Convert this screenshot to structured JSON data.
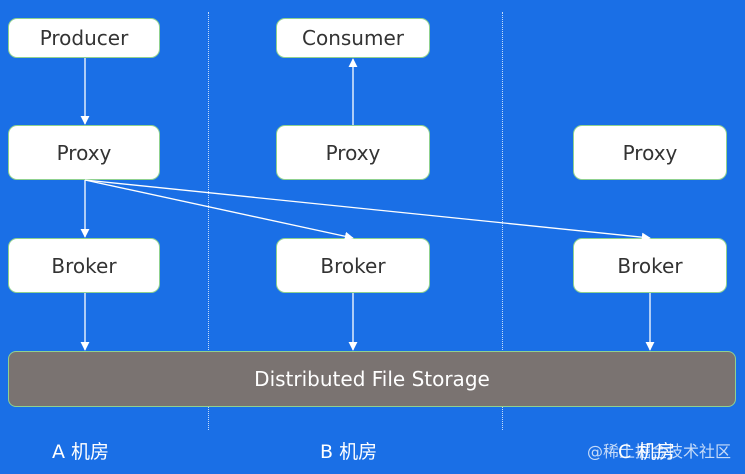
{
  "columns": [
    {
      "producer": "Producer",
      "proxy": "Proxy",
      "broker": "Broker",
      "room": "A 机房"
    },
    {
      "consumer": "Consumer",
      "proxy": "Proxy",
      "broker": "Broker",
      "room": "B 机房"
    },
    {
      "proxy": "Proxy",
      "broker": "Broker",
      "room": "C 机房"
    }
  ],
  "storage": {
    "label": "Distributed File Storage"
  },
  "watermark": "@稀土掘金技术社区",
  "colors": {
    "background": "#1a6fe6",
    "box": "#ffffff",
    "box_border": "#8fd18f",
    "storage": "#7a7371",
    "arrow": "#ffffff"
  }
}
